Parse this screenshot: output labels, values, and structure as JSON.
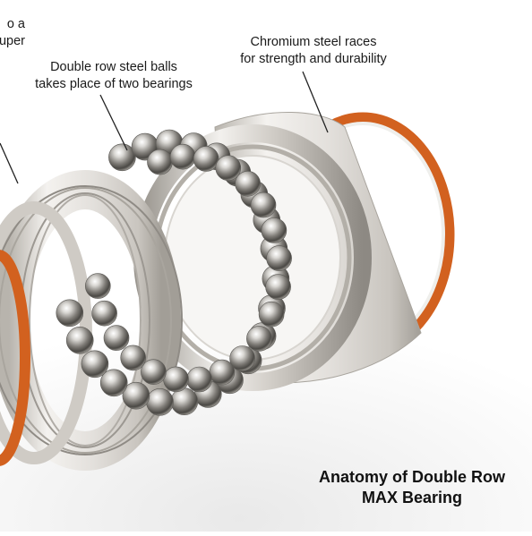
{
  "labels": {
    "partial_left": [
      "o a",
      "uper"
    ],
    "balls": [
      "Double row steel balls",
      "takes place of two bearings"
    ],
    "races": [
      "Chromium steel races",
      "for strength and durability"
    ]
  },
  "title": [
    "Anatomy of Double Row",
    "MAX Bearing"
  ],
  "colors": {
    "seal": "#d2611f",
    "steel_light": "#eceae6",
    "steel_mid": "#bdb9b2",
    "steel_dark": "#7c7871",
    "text": "#1a1a1a"
  }
}
